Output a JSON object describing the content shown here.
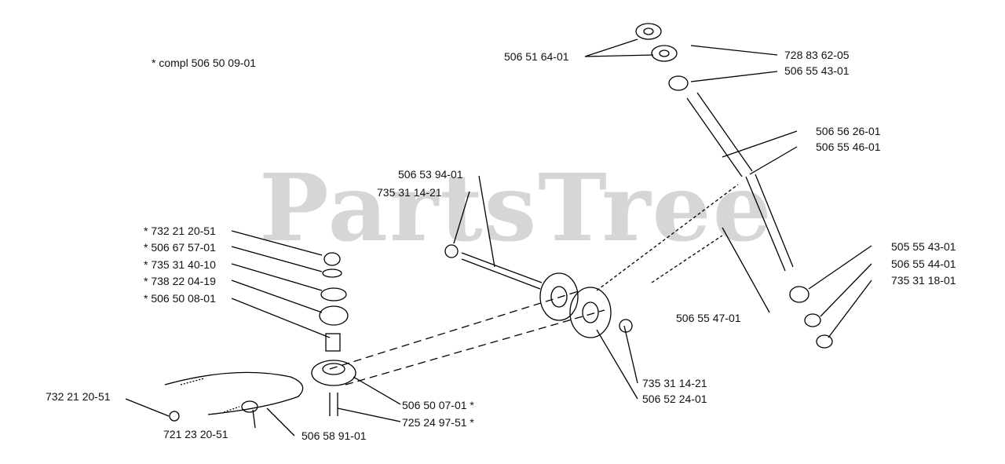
{
  "note": "*  compl 506 50 09-01",
  "watermark": "PartsTree",
  "labels": {
    "l_506516401": "506 51 64-01",
    "l_728836205": "728 83 62-05",
    "l_506554301_top": "506 55 43-01",
    "l_506562601": "506 56 26-01",
    "l_506554601": "506 55 46-01",
    "l_506539401": "506 53 94-01",
    "l_735311421_top": "735 31 14-21",
    "l_732212051_star": "*  732 21 20-51",
    "l_506675701": "*  506 67 57-01",
    "l_735314010": "*  735 31 40-10",
    "l_738220419": "*  738 22 04-19",
    "l_506500801": "*  506 50 08-01",
    "l_505554301": "505 55 43-01",
    "l_506554401": "506 55 44-01",
    "l_735311801": "735 31 18-01",
    "l_506554701": "506 55 47-01",
    "l_735311421_bot": "735 31 14-21",
    "l_506522401": "506 52 24-01",
    "l_506500701": "506 50 07-01  *",
    "l_725249751": "725 24 97-51  *",
    "l_732212051": "732 21 20-51",
    "l_721232051": "721 23 20-51",
    "l_506589101": "506 58 91-01"
  }
}
